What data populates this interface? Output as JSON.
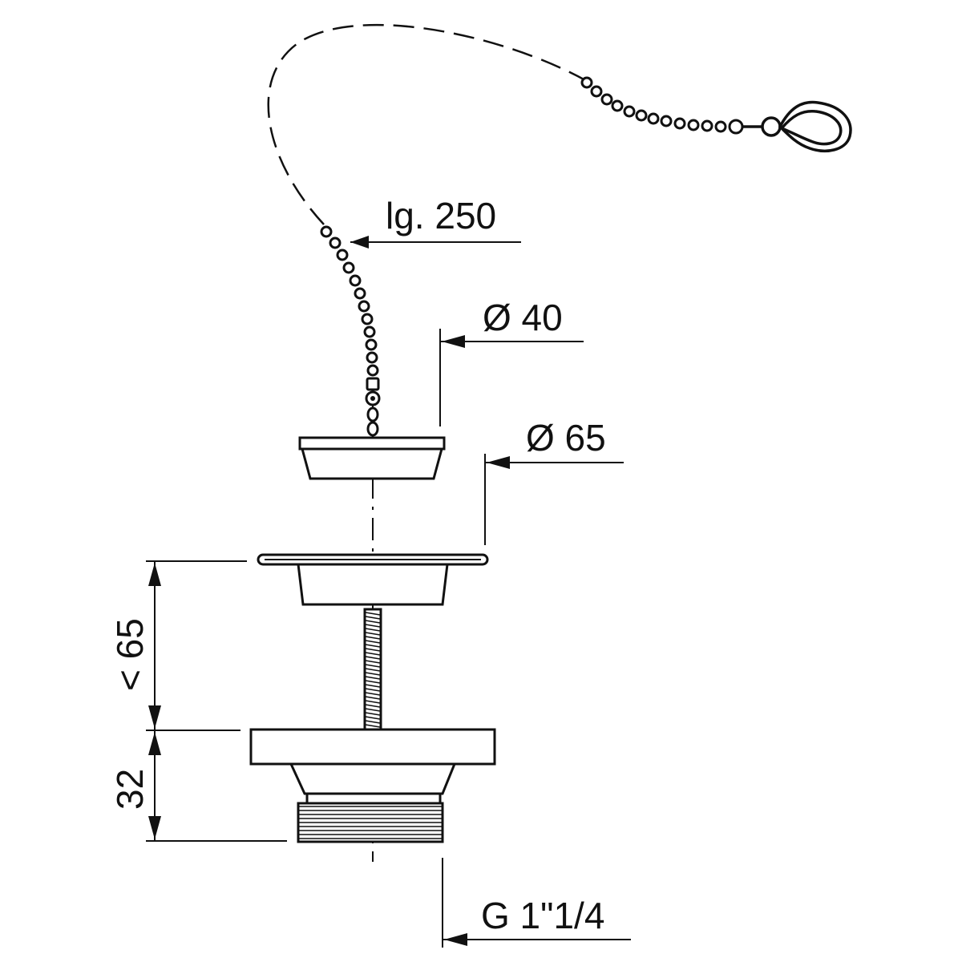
{
  "labels": {
    "chain_length": "lg. 250",
    "plug_diameter": "Ø 40",
    "flange_diameter": "Ø 65",
    "height_upper": "< 65",
    "height_lower": "32",
    "thread_size": "G 1\"1/4"
  },
  "colors": {
    "line": "#111111",
    "background": "#ffffff"
  }
}
